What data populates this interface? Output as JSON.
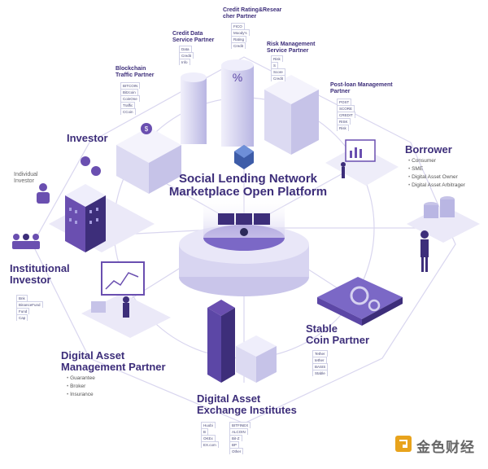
{
  "platform": {
    "title_line1": "Social Lending Network",
    "title_line2": "Marketplace Open Platform"
  },
  "investor": {
    "heading": "Investor"
  },
  "individual_investor": {
    "line1": "Individual",
    "line2": "Investor"
  },
  "institutional_investor": {
    "line1": "Institutional",
    "line2": "Investor",
    "logos": [
      "Bnk",
      "BinanceFund",
      "Fund",
      "Cap"
    ]
  },
  "digital_asset_management": {
    "line1": "Digital Asset",
    "line2": "Management Partner",
    "items": [
      "Guarantee",
      "Broker",
      "Insurance"
    ]
  },
  "exchange": {
    "line1": "Digital Asset",
    "line2": "Exchange Institutes",
    "logos_left": [
      "Huobi",
      "B",
      "OKEx",
      "EX.com"
    ],
    "logos_right": [
      "BITFINEX",
      "ALCOIN",
      "Bit-Z",
      "BP",
      "Other"
    ]
  },
  "stable_coin": {
    "line1": "Stable",
    "line2": "Coin Partner",
    "logos": [
      "Tether",
      "tether",
      "BASIS",
      "Stable"
    ]
  },
  "borrower": {
    "heading": "Borrower",
    "items": [
      "Consumer",
      "SME",
      "Digital Asset Owner",
      "Digital Asset Arbitrager"
    ]
  },
  "post_loan": {
    "line1": "Post-loan Management",
    "line2": "Partner",
    "logos": [
      "POST",
      "SCORE",
      "CREDIT",
      "RISK",
      "Risk"
    ]
  },
  "risk_management": {
    "line1": "Risk Management",
    "line2": "Service Partner",
    "logos": [
      "Risk",
      "S",
      "Score",
      "Credit"
    ]
  },
  "credit_rating": {
    "line1": "Credit Rating&Resear",
    "line2": "cher Partner",
    "logos": [
      "FICO",
      "Moody's",
      "Rating",
      "Credit"
    ]
  },
  "credit_data": {
    "line1": "Credit Data",
    "line2": "Service Partner",
    "logos": [
      "Data",
      "Credit",
      "Info"
    ]
  },
  "blockchain_traffic": {
    "line1": "Blockchain",
    "line2": "Traffic Partner",
    "logos": [
      "BITCOIN",
      "Bitzcoin",
      "CoinOne",
      "Traffic",
      "CCoin"
    ]
  },
  "watermark": {
    "text": "金色财经"
  },
  "colors": {
    "primary": "#3d2e7a",
    "accent": "#6a4fb0",
    "light": "#e8e6f6",
    "building": "#cfcdea"
  }
}
